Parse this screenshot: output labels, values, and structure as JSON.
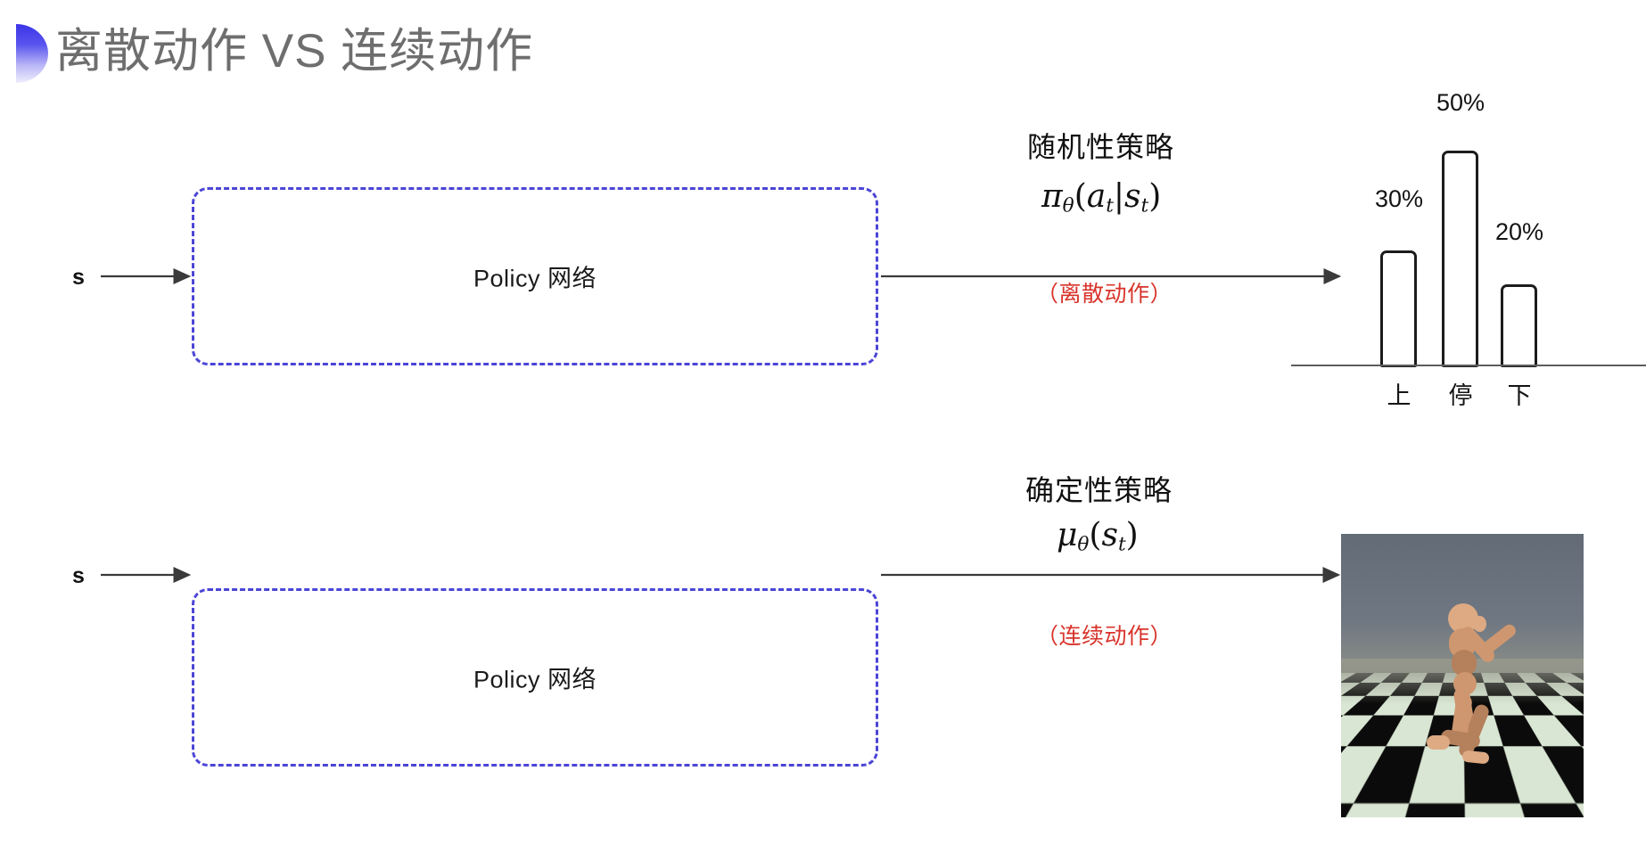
{
  "slide": {
    "title": "离散动作 VS 连续动作",
    "title_color": "#6e6e6e",
    "accent_color": "#3b34e8",
    "background": "#ffffff"
  },
  "rows": [
    {
      "id": "discrete",
      "state_label": "s",
      "policy_box_label": "Policy 网络",
      "policy_type_title": "随机性策略",
      "formula_plain": "π_θ(a_t|s_t)",
      "action_note": "（离散动作）",
      "action_note_color": "#d8342b",
      "output_kind": "bar-chart"
    },
    {
      "id": "continuous",
      "state_label": "s",
      "policy_box_label": "Policy 网络",
      "policy_type_title": "确定性策略",
      "formula_plain": "μ_θ(s_t)",
      "action_note": "（连续动作）",
      "action_note_color": "#d8342b",
      "output_kind": "humanoid-image"
    }
  ],
  "chart_data": {
    "type": "bar",
    "title": "",
    "xlabel": "",
    "ylabel": "",
    "categories": [
      "上",
      "停",
      "下"
    ],
    "values": [
      30,
      50,
      20
    ],
    "value_labels": [
      "30%",
      "50%",
      "20%"
    ],
    "ylim": [
      0,
      55
    ],
    "grid": false,
    "legend": "none",
    "bar_fill": "#ffffff",
    "bar_stroke": "#1c1c1c",
    "axis_line_color": "#5d5d5d"
  },
  "humanoid": {
    "caption": "",
    "scene": "mujoco-humanoid-checkerboard",
    "sky_color": "#6d757f",
    "floor_colors": [
      "#0b0b0b",
      "#d9e6d3"
    ],
    "body_color": "#cf9770"
  },
  "icons": {
    "arrow": "arrow-right-icon",
    "title_bullet": "half-circle-bullet-icon"
  }
}
